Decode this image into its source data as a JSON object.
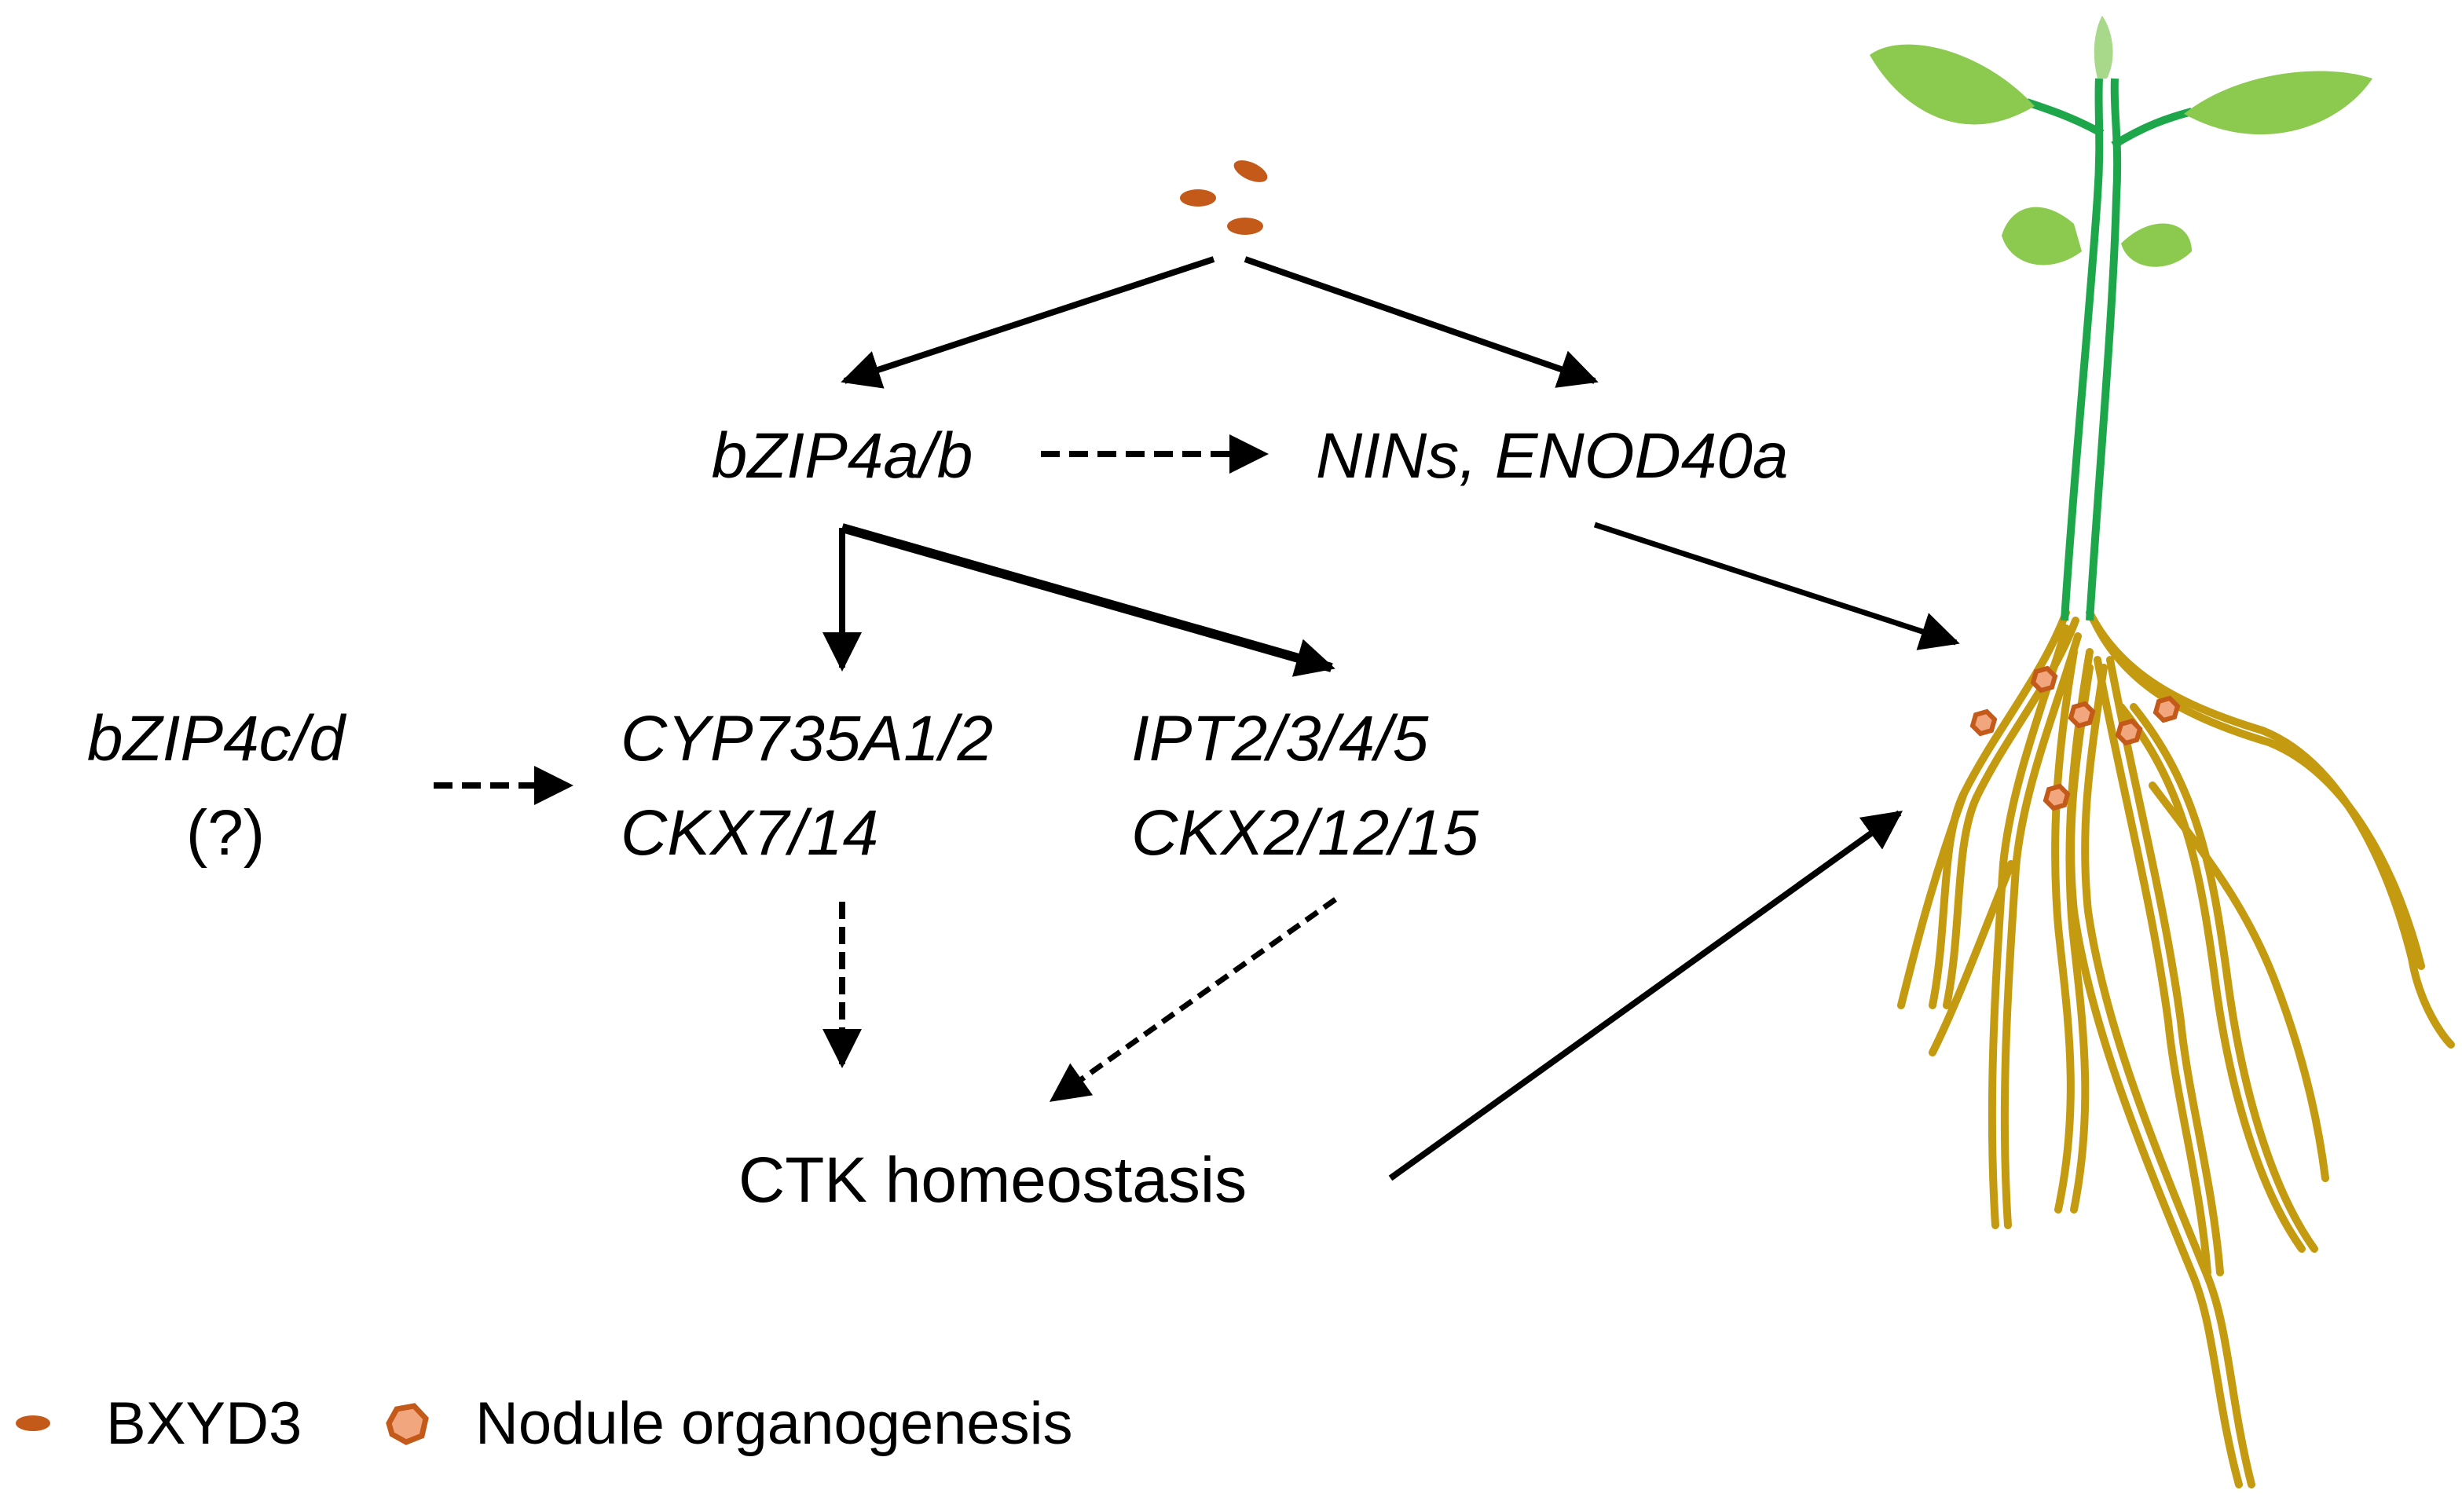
{
  "diagram": {
    "genes": {
      "bzip4ab": "bZIP4a/b",
      "nins_enod": "NINs, ENOD40a",
      "bzip4cd": "bZIP4c/d",
      "bzip4cd_note": "(?)",
      "cyp": "CYP735A1/2",
      "ckx7": "CKX7/14",
      "ipt": "IPT2/3/4/5",
      "ckx2": "CKX2/12/15"
    },
    "outcome": "CTK homeostasis"
  },
  "legend": {
    "items": [
      {
        "label": "BXYD3",
        "icon": "bxyd3-seed-icon",
        "color": "#c45a1a"
      },
      {
        "label": "Nodule organogenesis",
        "icon": "nodule-icon",
        "color": "#f2a67e"
      }
    ]
  },
  "colors": {
    "leaf": "#8cc94f",
    "stem": "#1ea64b",
    "root": "#c49a11",
    "seed": "#c45a1a",
    "nodule_fill": "#f2a67e",
    "nodule_stroke": "#c45a1a"
  }
}
